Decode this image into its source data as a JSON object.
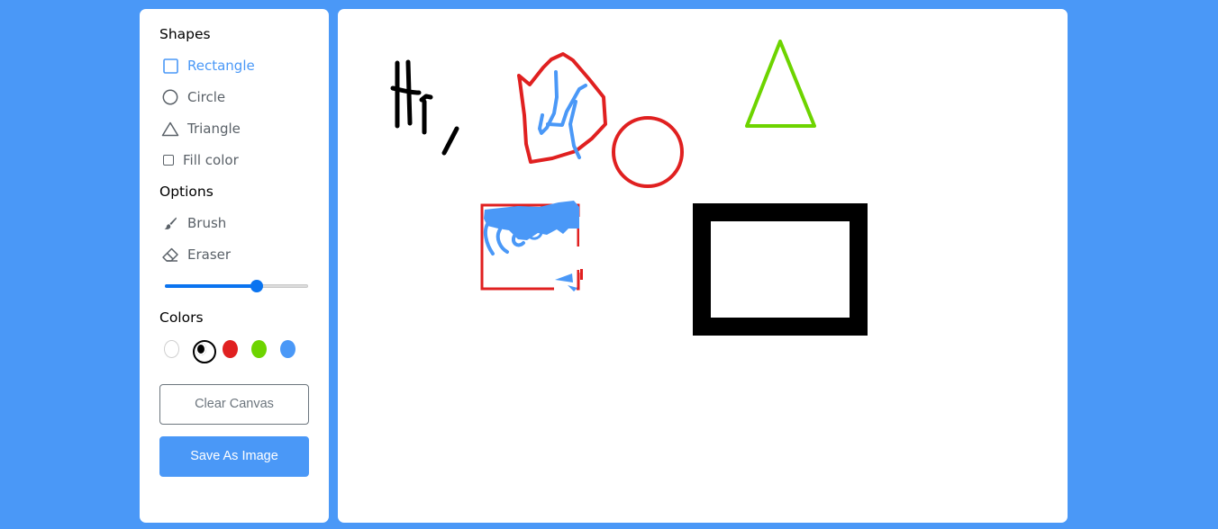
{
  "toolbar": {
    "shapes_title": "Shapes",
    "shapes": [
      {
        "label": "Rectangle",
        "icon": "rectangle-icon",
        "active": true
      },
      {
        "label": "Circle",
        "icon": "circle-icon",
        "active": false
      },
      {
        "label": "Triangle",
        "icon": "triangle-icon",
        "active": false
      }
    ],
    "fill_color_label": "Fill color",
    "fill_color_checked": false,
    "options_title": "Options",
    "options": [
      {
        "label": "Brush",
        "icon": "brush-icon"
      },
      {
        "label": "Eraser",
        "icon": "eraser-icon"
      }
    ],
    "brush_size_fraction": 0.64,
    "colors_title": "Colors",
    "colors": [
      "#FFFFFF",
      "#000000",
      "#E02020",
      "#6DD400",
      "#4A98F7"
    ],
    "selected_color": "#000000",
    "clear_label": "Clear Canvas",
    "save_label": "Save As Image"
  },
  "theme": {
    "background": "#4A98F7",
    "accent": "#4A98F7",
    "slider": "#0A74F0"
  },
  "canvas": {
    "text_strokes": "Hi,",
    "drawn_items": [
      "handwritten-hi",
      "red-freehand-shape",
      "blue-scribble",
      "red-circle",
      "green-triangle",
      "red-rectangle",
      "blue-paint-blob",
      "black-rectangle"
    ]
  }
}
